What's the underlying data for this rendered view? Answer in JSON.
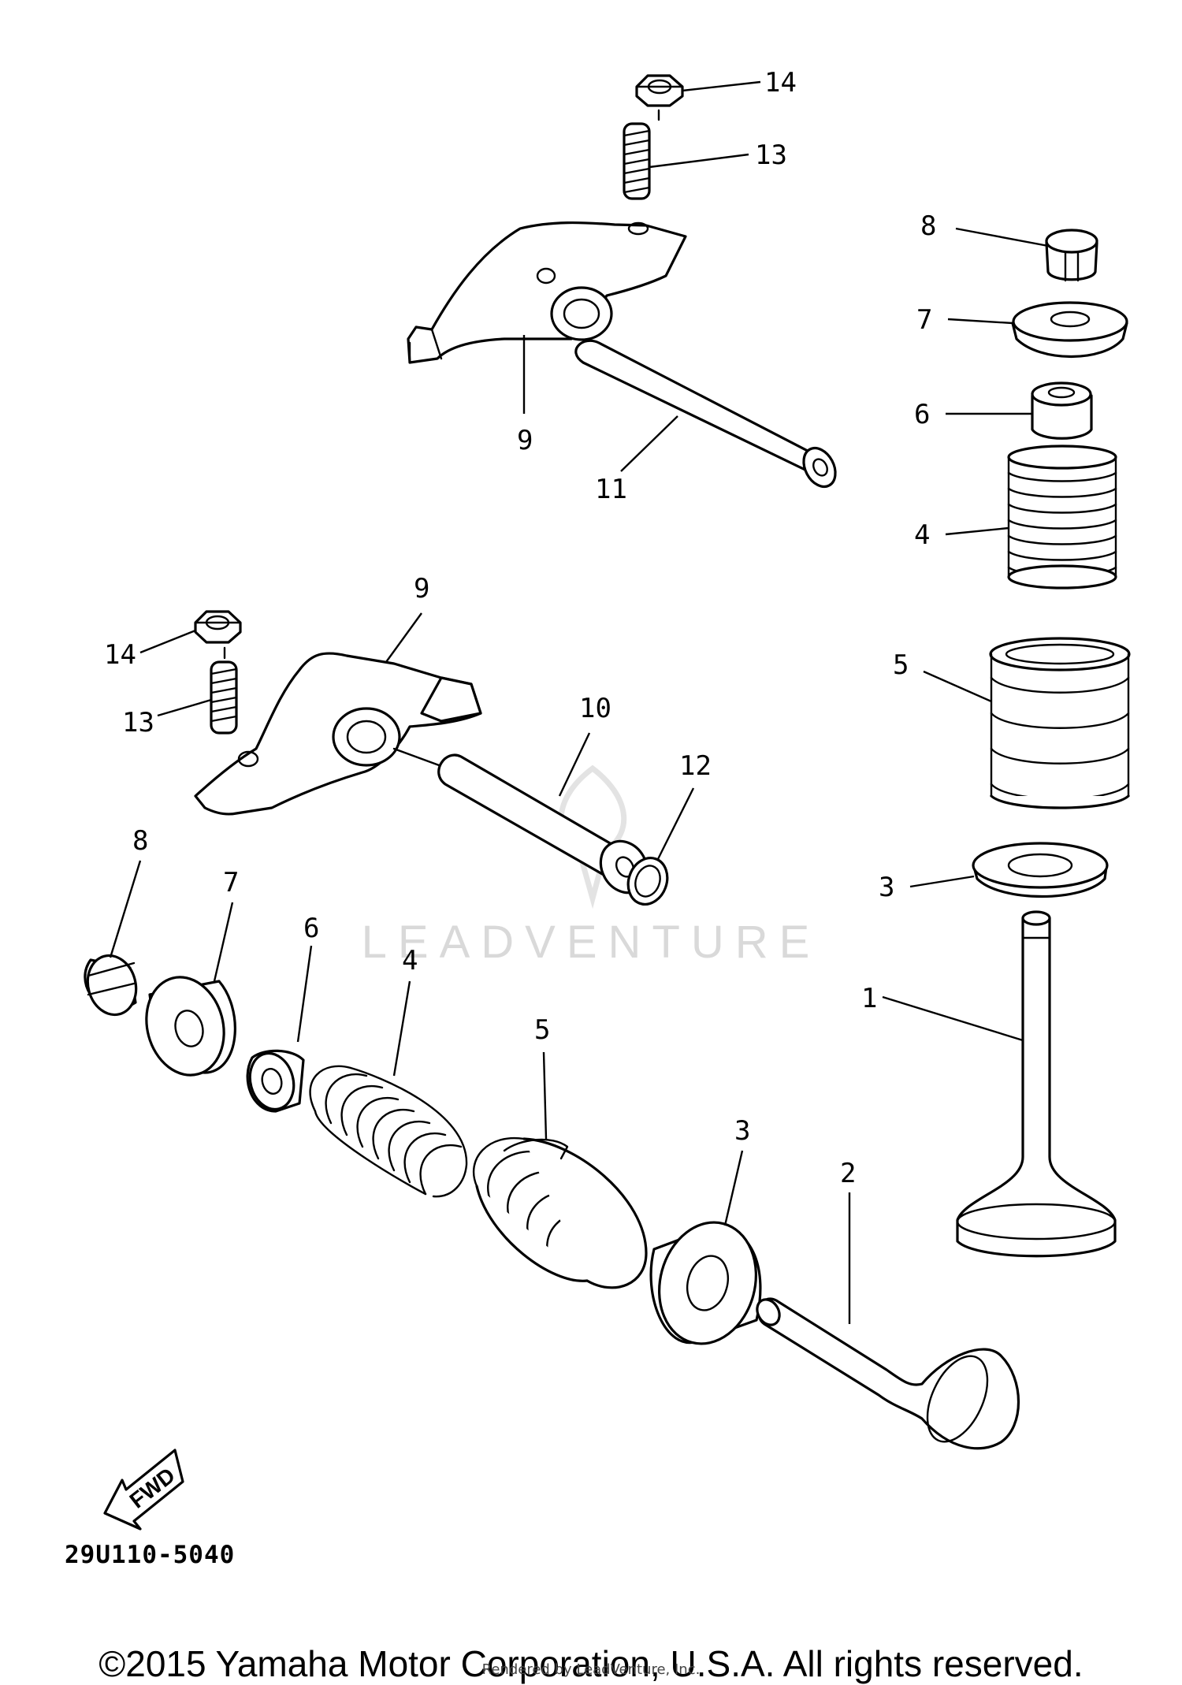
{
  "callouts": {
    "c1": "1",
    "c2": "2",
    "c3a": "3",
    "c3b": "3",
    "c4a": "4",
    "c4b": "4",
    "c5a": "5",
    "c5b": "5",
    "c6a": "6",
    "c6b": "6",
    "c7a": "7",
    "c7b": "7",
    "c8a": "8",
    "c8b": "8",
    "c9a": "9",
    "c9b": "9",
    "c10": "10",
    "c11": "11",
    "c12": "12",
    "c13a": "13",
    "c13b": "13",
    "c14a": "14",
    "c14b": "14"
  },
  "fwd_label": "FWD",
  "diagram_code": "29U110-5040",
  "watermark": "LEADVENTURE",
  "copyright": "©2015 Yamaha Motor Corporation, U.S.A. All rights reserved.",
  "rendered_by": "Rendered by LeadVenture, Inc."
}
